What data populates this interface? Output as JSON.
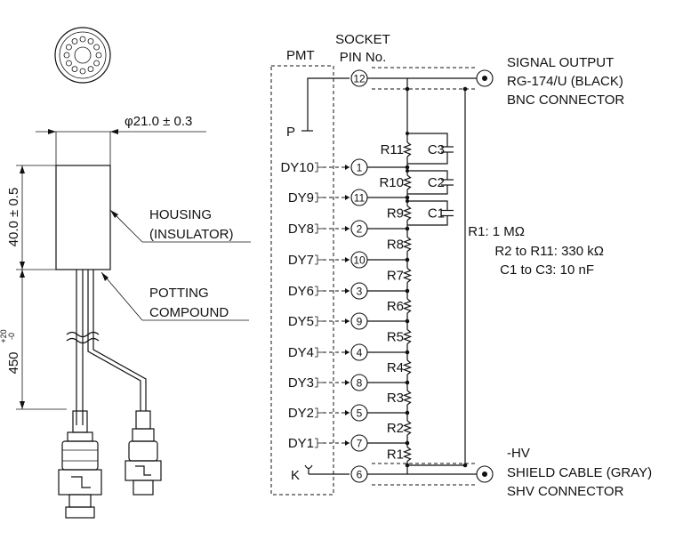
{
  "mechanical": {
    "diameter": "φ21.0 ± 0.3",
    "body_length": "40.0 ± 0.5",
    "cable_length": "450",
    "cable_tol_plus": "+20",
    "cable_tol_minus": "-0",
    "housing": [
      "HOUSING",
      "(INSULATOR)"
    ],
    "potting": [
      "POTTING",
      "COMPOUND"
    ]
  },
  "schematic": {
    "pmt_label": "PMT",
    "socket_label": [
      "SOCKET",
      "PIN No."
    ],
    "anode_label": "P",
    "cathode_label": "K",
    "signal_output": [
      "SIGNAL OUTPUT",
      "RG-174/U (BLACK)",
      "BNC CONNECTOR"
    ],
    "hv_output": [
      "-HV",
      "SHIELD CABLE (GRAY)",
      "SHV CONNECTOR"
    ],
    "component_values": [
      "R1: 1 MΩ",
      "R2 to R11: 330 kΩ",
      "C1 to C3: 10 nF"
    ],
    "anode_pin": "12",
    "cathode_pin": "6",
    "dynodes": [
      {
        "name": "DY10",
        "pin": "1"
      },
      {
        "name": "DY9",
        "pin": "11"
      },
      {
        "name": "DY8",
        "pin": "2"
      },
      {
        "name": "DY7",
        "pin": "10"
      },
      {
        "name": "DY6",
        "pin": "3"
      },
      {
        "name": "DY5",
        "pin": "9"
      },
      {
        "name": "DY4",
        "pin": "4"
      },
      {
        "name": "DY3",
        "pin": "8"
      },
      {
        "name": "DY2",
        "pin": "5"
      },
      {
        "name": "DY1",
        "pin": "7"
      }
    ],
    "resistors": [
      "R11",
      "R10",
      "R9",
      "R8",
      "R7",
      "R6",
      "R5",
      "R4",
      "R3",
      "R2",
      "R1"
    ],
    "capacitors": [
      "C3",
      "C2",
      "C1"
    ]
  }
}
